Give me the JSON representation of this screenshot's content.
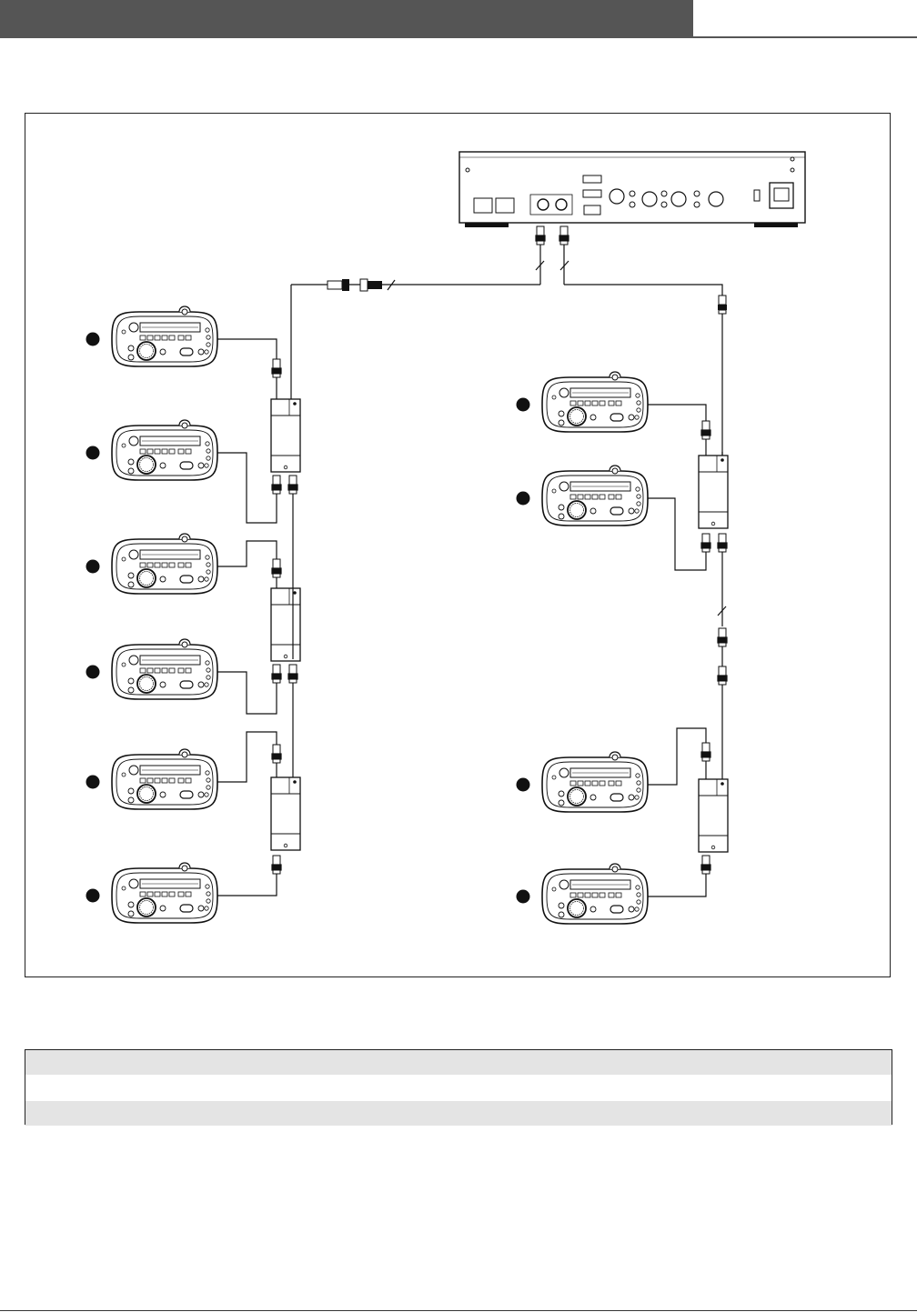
{
  "header": {
    "section_title": "",
    "doc_label": ""
  },
  "legend": {
    "rows": [
      {
        "text": ""
      },
      {
        "text": ""
      },
      {
        "text": ""
      }
    ]
  },
  "diagram": {
    "central_unit": "rear-panel-device",
    "left_branch_units": 6,
    "right_branch_units": 4,
    "left_splitters": 3,
    "right_splitters": 2
  }
}
